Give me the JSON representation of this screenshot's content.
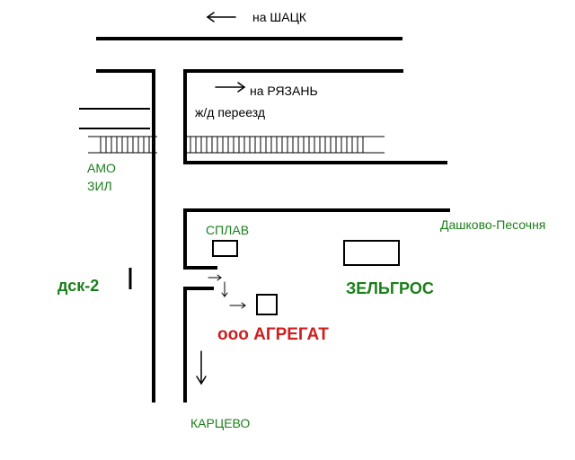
{
  "directions": {
    "shatsk": "на ШАЦК",
    "ryazan": "на РЯЗАНЬ",
    "railway_crossing": "ж/д переезд"
  },
  "places": {
    "amo": "АМО",
    "zil": "ЗИЛ",
    "dsk2": "дск-2",
    "splav": "СПЛАВ",
    "dashkovo": "Дашково-Песочня",
    "zelgros": "ЗЕЛЬГРОС",
    "agregat": "ооо АГРЕГАТ",
    "kartsevo": "КАРЦЕВО"
  },
  "colors": {
    "road": "#000000",
    "green_label": "#1a7f1a",
    "red_label": "#cc2020"
  }
}
